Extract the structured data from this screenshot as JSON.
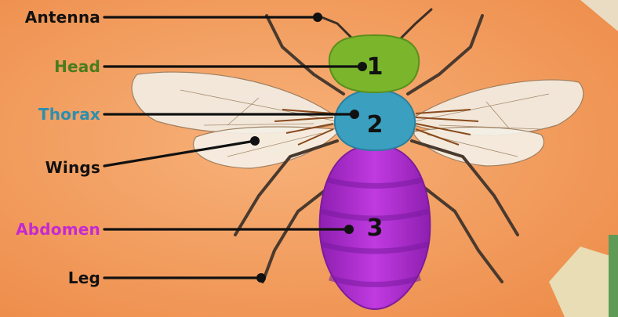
{
  "labels": {
    "antenna": "Antenna",
    "head": "Head",
    "thorax": "Thorax",
    "wings": "Wings",
    "abdomen": "Abdomen",
    "leg": "Leg"
  },
  "numbers": {
    "head": "1",
    "thorax": "2",
    "abdomen": "3"
  },
  "colors": {
    "background": "#f3a163",
    "head": "#7ab52c",
    "head_label": "#4a7c1e",
    "thorax": "#3b9fc0",
    "thorax_label": "#2c8fb0",
    "abdomen": "#b22fd6",
    "abdomen_label": "#c42ad1",
    "text": "#111111"
  }
}
